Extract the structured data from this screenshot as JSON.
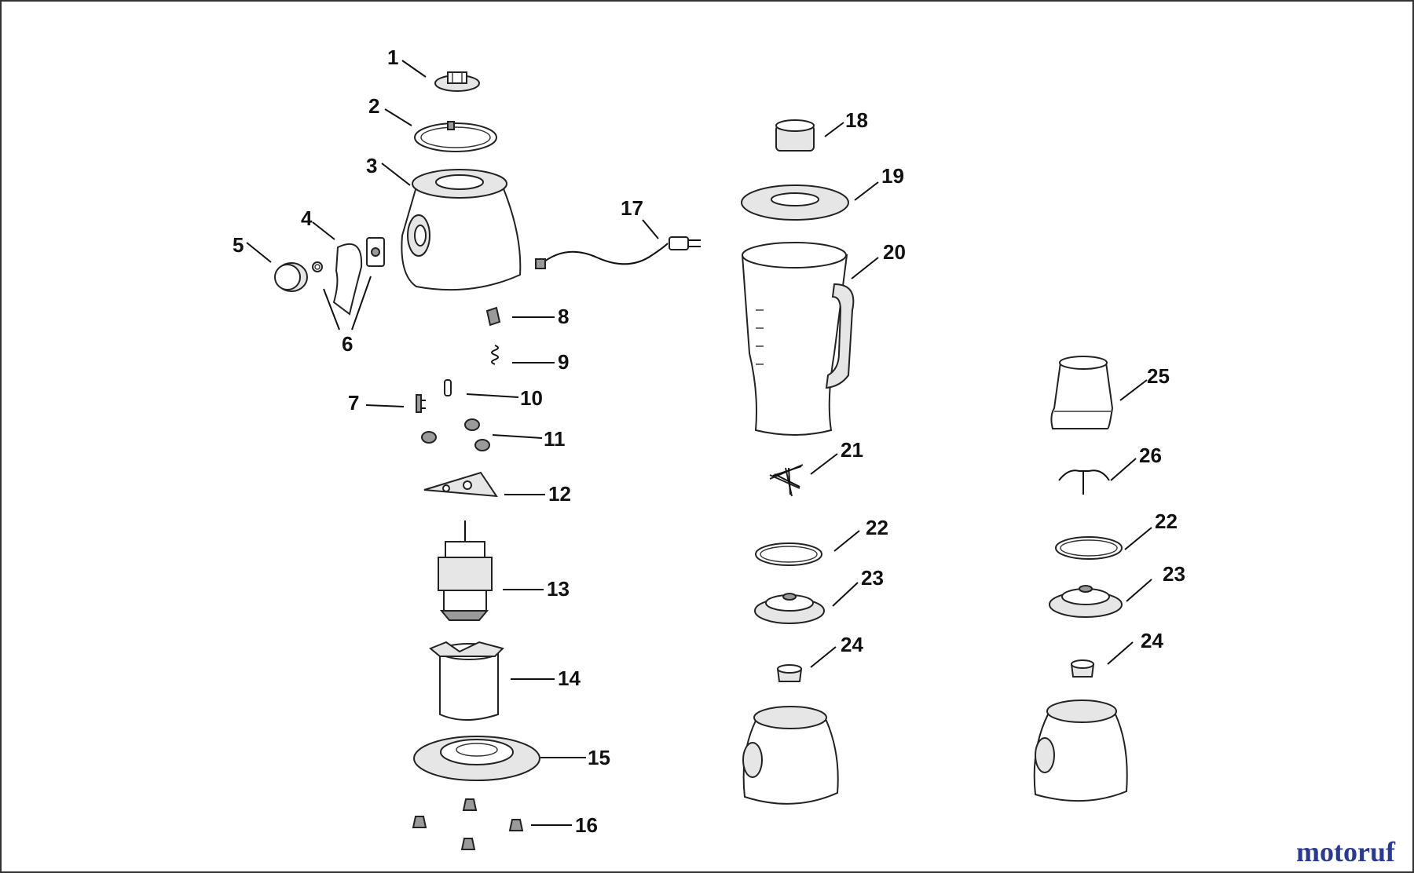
{
  "callouts": [
    {
      "id": "1",
      "text": "1"
    },
    {
      "id": "2",
      "text": "2"
    },
    {
      "id": "3",
      "text": "3"
    },
    {
      "id": "4",
      "text": "4"
    },
    {
      "id": "5",
      "text": "5"
    },
    {
      "id": "6",
      "text": "6"
    },
    {
      "id": "7",
      "text": "7"
    },
    {
      "id": "8",
      "text": "8"
    },
    {
      "id": "9",
      "text": "9"
    },
    {
      "id": "10",
      "text": "10"
    },
    {
      "id": "11",
      "text": "11"
    },
    {
      "id": "12",
      "text": "12"
    },
    {
      "id": "13",
      "text": "13"
    },
    {
      "id": "14",
      "text": "14"
    },
    {
      "id": "15",
      "text": "15"
    },
    {
      "id": "16",
      "text": "16"
    },
    {
      "id": "17",
      "text": "17"
    },
    {
      "id": "18",
      "text": "18"
    },
    {
      "id": "19",
      "text": "19"
    },
    {
      "id": "20",
      "text": "20"
    },
    {
      "id": "21",
      "text": "21"
    },
    {
      "id": "22a",
      "text": "22"
    },
    {
      "id": "23a",
      "text": "23"
    },
    {
      "id": "24a",
      "text": "24"
    },
    {
      "id": "25",
      "text": "25"
    },
    {
      "id": "26",
      "text": "26"
    },
    {
      "id": "22b",
      "text": "22"
    },
    {
      "id": "23b",
      "text": "23"
    },
    {
      "id": "24b",
      "text": "24"
    }
  ],
  "watermark": {
    "text": "motoruf",
    "colors": {
      "text": "#2b3a8f",
      "accent": "#e0a000"
    }
  }
}
